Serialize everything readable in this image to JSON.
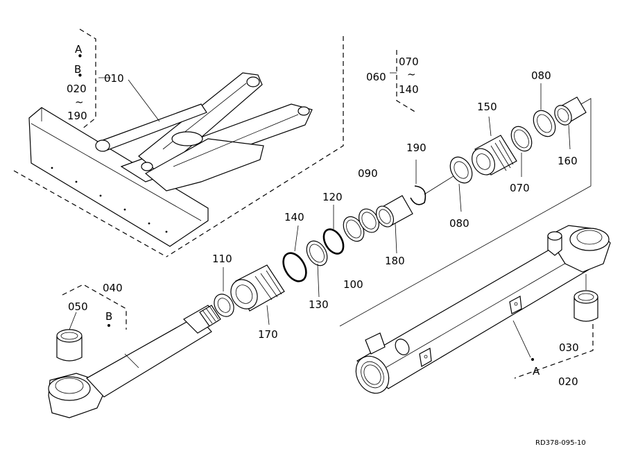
{
  "labels": {
    "010": "010",
    "020": "020",
    "030": "030",
    "040": "040",
    "050": "050",
    "060": "060",
    "070a": "070",
    "070b": "070",
    "080a": "080",
    "080b": "080",
    "090": "090",
    "100": "100",
    "110": "110",
    "120": "120",
    "130": "130",
    "140a": "140",
    "140b": "140",
    "150": "150",
    "160": "160",
    "170": "170",
    "180": "180",
    "190a": "190",
    "190b": "190",
    "020b": "020",
    "A1": "A",
    "B1": "B",
    "A2": "A",
    "B2": "B",
    "tilde1": "~",
    "tilde2": "~",
    "dot1": "•",
    "dot2": "•"
  },
  "reference": "RD378-095-10"
}
